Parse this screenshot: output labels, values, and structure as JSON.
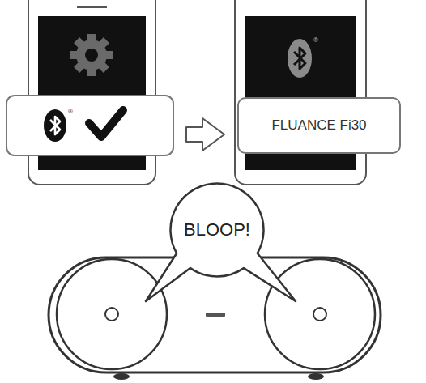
{
  "diagram": {
    "nodes": [
      {
        "text": [
          "FLUANCE Fi30"
        ]
      },
      {
        "text": [
          "BLOOP!"
        ]
      }
    ],
    "labels": [
      "®",
      "®"
    ]
  }
}
